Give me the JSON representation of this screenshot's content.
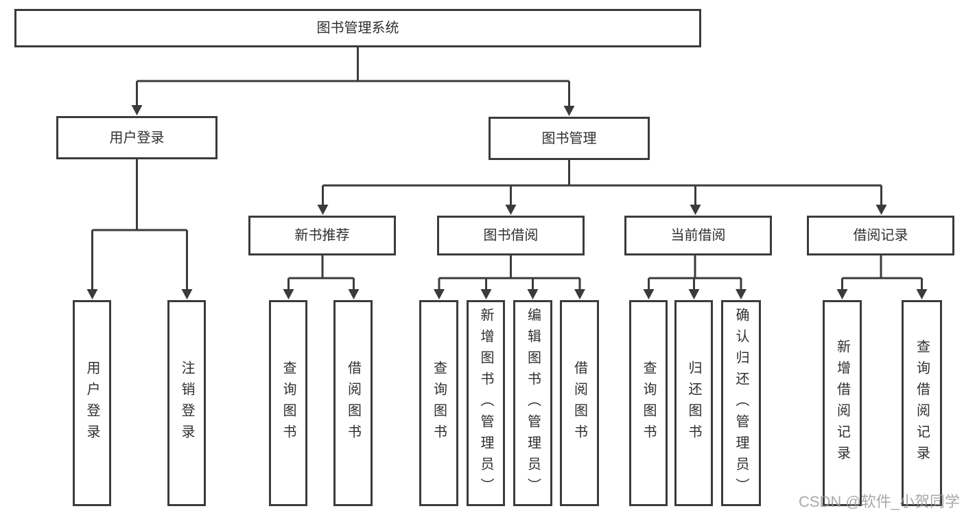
{
  "diagram_title": "图书管理系统",
  "watermark": "CSDN @软件_小贺同学",
  "colors": {
    "line": "#3b3b3b",
    "box_border": "#3b3b3b",
    "text": "#2f2f2f",
    "watermark": "#9b9b9b",
    "background": "#ffffff"
  },
  "nodes": {
    "root": {
      "label": "图书管理系统"
    },
    "level2": [
      {
        "label": "用户登录",
        "parent": "图书管理系统"
      },
      {
        "label": "图书管理",
        "parent": "图书管理系统"
      }
    ],
    "level3": [
      {
        "label": "新书推荐",
        "parent": "图书管理"
      },
      {
        "label": "图书借阅",
        "parent": "图书管理"
      },
      {
        "label": "当前借阅",
        "parent": "图书管理"
      },
      {
        "label": "借阅记录",
        "parent": "图书管理"
      }
    ],
    "leaves": [
      {
        "label": "用户登录",
        "parent": "用户登录"
      },
      {
        "label": "注销登录",
        "parent": "用户登录"
      },
      {
        "label": "查询图书",
        "parent": "新书推荐"
      },
      {
        "label": "借阅图书",
        "parent": "新书推荐"
      },
      {
        "label": "查询图书",
        "parent": "图书借阅"
      },
      {
        "label": "新增图书（管理员）",
        "parent": "图书借阅"
      },
      {
        "label": "编辑图书（管理员）",
        "parent": "图书借阅"
      },
      {
        "label": "借阅图书",
        "parent": "图书借阅"
      },
      {
        "label": "查询图书",
        "parent": "当前借阅"
      },
      {
        "label": "归还图书",
        "parent": "当前借阅"
      },
      {
        "label": "确认归还（管理员）",
        "parent": "当前借阅"
      },
      {
        "label": "新增借阅记录",
        "parent": "借阅记录"
      },
      {
        "label": "查询借阅记录",
        "parent": "借阅记录"
      }
    ]
  }
}
